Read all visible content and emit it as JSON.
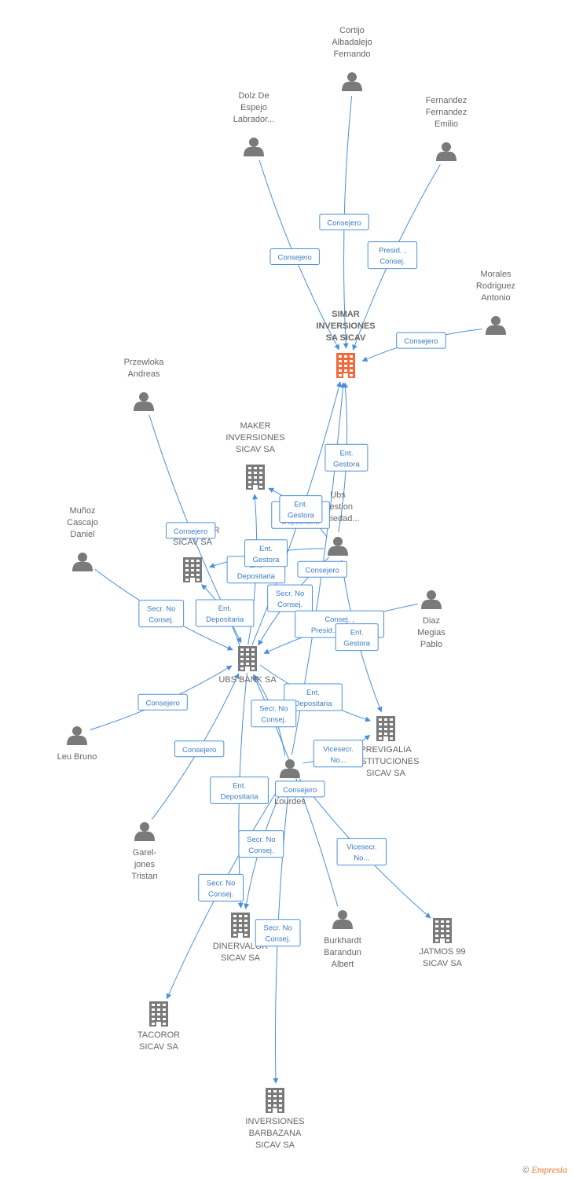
{
  "colors": {
    "edge": "#4a90d9",
    "company": "#7a7a7a",
    "main_company": "#f26a3a",
    "person": "#7a7a7a"
  },
  "nodes": [
    {
      "id": "simar",
      "type": "company",
      "main": true,
      "icon": "building-icon",
      "label": [
        "SIMAR",
        "INVERSIONES",
        "SA SICAV"
      ]
    },
    {
      "id": "cortijo",
      "type": "person",
      "icon": "person-icon",
      "label": [
        "Cortijo",
        "Albadalejo",
        "Fernando"
      ]
    },
    {
      "id": "dolz",
      "type": "person",
      "icon": "person-icon",
      "label": [
        "Dolz De",
        "Espejo",
        "Labrador..."
      ]
    },
    {
      "id": "fernandez",
      "type": "person",
      "icon": "person-icon",
      "label": [
        "Fernandez",
        "Fernandez",
        "Emilio"
      ]
    },
    {
      "id": "morales",
      "type": "person",
      "icon": "person-icon",
      "label": [
        "Morales",
        "Rodriguez",
        "Antonio"
      ]
    },
    {
      "id": "przewloka",
      "type": "person",
      "icon": "person-icon",
      "label": [
        "Przewloka",
        "Andreas"
      ]
    },
    {
      "id": "maker",
      "type": "company",
      "icon": "building-icon",
      "label": [
        "MAKER",
        "INVERSIONES",
        "SICAV SA"
      ]
    },
    {
      "id": "ubsgestion",
      "type": "person",
      "icon": "person-icon",
      "label": [
        "Ubs",
        "Gestion",
        "Sociedad..."
      ]
    },
    {
      "id": "munoz",
      "type": "person",
      "icon": "person-icon",
      "label": [
        "Muñoz",
        "Cascajo",
        "Daniel"
      ]
    },
    {
      "id": "poladamar",
      "type": "company",
      "icon": "building-icon",
      "label": [
        "POLADAMAR",
        "SICAV SA"
      ]
    },
    {
      "id": "diaz",
      "type": "person",
      "icon": "person-icon",
      "label": [
        "Diaz",
        "Megias",
        "Pablo"
      ]
    },
    {
      "id": "ubsbank",
      "type": "company",
      "icon": "building-icon",
      "label": [
        "UBS BANK SA"
      ]
    },
    {
      "id": "leu",
      "type": "person",
      "icon": "person-icon",
      "label": [
        "Leu Bruno"
      ]
    },
    {
      "id": "previgalia",
      "type": "company",
      "icon": "building-icon",
      "label": [
        "PREVIGALIA",
        "INSTITUCIONES",
        "SICAV SA"
      ]
    },
    {
      "id": "alonso",
      "type": "person",
      "icon": "person-icon",
      "label": [
        "Alonso",
        "Lourdes"
      ]
    },
    {
      "id": "garel",
      "type": "person",
      "icon": "person-icon",
      "label": [
        "Garel-",
        "jones",
        "Tristan"
      ]
    },
    {
      "id": "dinervalor",
      "type": "company",
      "icon": "building-icon",
      "label": [
        "DINERVALOR",
        "SICAV SA"
      ]
    },
    {
      "id": "burkhardt",
      "type": "person",
      "icon": "person-icon",
      "label": [
        "Burkhardt",
        "Barandun",
        "Albert"
      ]
    },
    {
      "id": "jatmos",
      "type": "company",
      "icon": "building-icon",
      "label": [
        "JATMOS 99",
        "SICAV SA"
      ]
    },
    {
      "id": "tacoror",
      "type": "company",
      "icon": "building-icon",
      "label": [
        "TACOROR",
        "SICAV SA"
      ]
    },
    {
      "id": "barbazana",
      "type": "company",
      "icon": "building-icon",
      "label": [
        "INVERSIONES",
        "BARBAZANA",
        "SICAV SA"
      ]
    }
  ],
  "edges": [
    {
      "from": "cortijo",
      "to": "simar",
      "label": [
        "Consejero"
      ]
    },
    {
      "from": "dolz",
      "to": "simar",
      "label": [
        "Consejero"
      ]
    },
    {
      "from": "fernandez",
      "to": "simar",
      "label": [
        "Presid. ,",
        "Consej."
      ]
    },
    {
      "from": "morales",
      "to": "simar",
      "label": [
        "Consejero"
      ]
    },
    {
      "from": "ubsgestion",
      "to": "simar",
      "label": [
        "Ent.",
        "Gestora"
      ]
    },
    {
      "from": "ubsbank",
      "to": "simar",
      "label": [
        "Ent.",
        "Depositaria"
      ]
    },
    {
      "from": "alonso",
      "to": "simar",
      "label": [
        "Consejero"
      ]
    },
    {
      "from": "przewloka",
      "to": "ubsbank",
      "label": [
        "Consejero"
      ]
    },
    {
      "from": "ubsbank",
      "to": "maker",
      "label": [
        "Ent.",
        "Depositaria"
      ]
    },
    {
      "from": "ubsgestion",
      "to": "maker",
      "label": [
        "Ent.",
        "Gestora"
      ]
    },
    {
      "from": "ubsbank",
      "to": "poladamar",
      "label": [
        "Ent.",
        "Depositaria"
      ]
    },
    {
      "from": "ubsgestion",
      "to": "poladamar",
      "label": [
        "Ent.",
        "Gestora"
      ]
    },
    {
      "from": "munoz",
      "to": "ubsbank",
      "label": [
        "Secr. No",
        "Consej."
      ]
    },
    {
      "from": "ubsgestion",
      "to": "ubsbank",
      "label": [
        "Secr. No",
        "Consej."
      ]
    },
    {
      "from": "diaz",
      "to": "ubsbank",
      "label": [
        "Consej. ,",
        "Presid.,Consej...."
      ]
    },
    {
      "from": "ubsgestion",
      "to": "previgalia",
      "label": [
        "Ent.",
        "Gestora"
      ]
    },
    {
      "from": "ubsbank",
      "to": "previgalia",
      "label": [
        "Ent.",
        "Depositaria"
      ]
    },
    {
      "from": "leu",
      "to": "ubsbank",
      "label": [
        "Consejero"
      ]
    },
    {
      "from": "garel",
      "to": "ubsbank",
      "label": [
        "Consejero"
      ]
    },
    {
      "from": "alonso",
      "to": "ubsbank",
      "label": [
        "Secr. No",
        "Consej."
      ]
    },
    {
      "from": "alonso",
      "to": "previgalia",
      "label": [
        "Vicesecr.",
        "No..."
      ]
    },
    {
      "from": "ubsbank",
      "to": "dinervalor",
      "label": [
        "Ent.",
        "Depositaria"
      ]
    },
    {
      "from": "alonso",
      "to": "dinervalor",
      "label": [
        "Secr. No",
        "Consej."
      ]
    },
    {
      "from": "alonso",
      "to": "tacoror",
      "label": [
        "Secr. No",
        "Consej."
      ]
    },
    {
      "from": "alonso",
      "to": "jatmos",
      "label": [
        "Vicesecr.",
        "No..."
      ]
    },
    {
      "from": "alonso",
      "to": "barbazana",
      "label": [
        "Secr. No",
        "Consej."
      ]
    },
    {
      "from": "burkhardt",
      "to": "ubsbank",
      "label": [
        "Consejero"
      ]
    }
  ],
  "footer": {
    "copyright": "©",
    "brand": "Empresia"
  }
}
